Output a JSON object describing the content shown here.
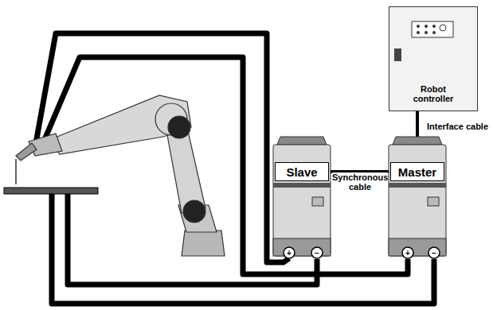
{
  "diagram": {
    "nodes": [
      {
        "text": [
          "Robot controller"
        ]
      },
      {
        "text": [
          "Slave"
        ]
      },
      {
        "text": [
          "Master"
        ]
      }
    ],
    "edges": [
      {
        "from": 0,
        "to": 2,
        "arrow": "none",
        "label": "Interface cable"
      },
      {
        "from": 1,
        "to": 2,
        "arrow": "none",
        "label": "Synchronous cable"
      }
    ],
    "labels": [
      "+",
      "−",
      "+",
      "−"
    ]
  }
}
